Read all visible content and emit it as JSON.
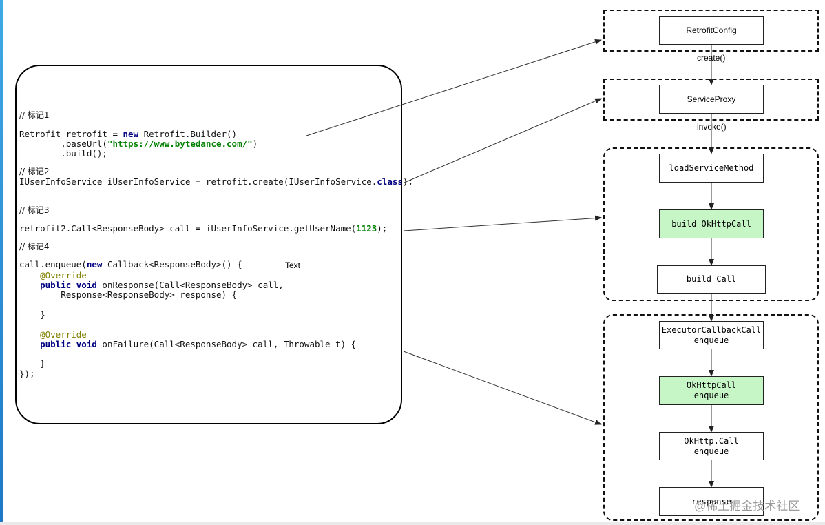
{
  "code": {
    "comment1": "// 标记1",
    "line_retrofit_a": "Retrofit retrofit = ",
    "kw_new": "new",
    "line_retrofit_b": " Retrofit.Builder()",
    "baseurl_a": "        .baseUrl(",
    "baseurl_str": "\"https://www.bytedance.com/\"",
    "baseurl_b": ")",
    "build": "        .build();",
    "comment2": "// 标记2",
    "create_a": "IUserInfoService iUserInfoService = retrofit.create(IUserInfoService.",
    "kw_class": "class",
    "create_b": ");",
    "comment3": "// 标记3",
    "call_a": "retrofit2.Call<ResponseBody> call = iUserInfoService.getUserName(",
    "call_num": "1123",
    "call_b": ");",
    "comment4": "// 标记4",
    "enqueue_a": "call.enqueue(",
    "kw_new2": "new",
    "enqueue_b": " Callback<ResponseBody>() {",
    "override1": "    @Override",
    "kw_public1": "    public void",
    "onresponse": " onResponse(Call<ResponseBody> call,",
    "response_param": "        Response<ResponseBody> response) {",
    "close1": "    }",
    "override2": "    @Override",
    "kw_public2": "    public void",
    "onfailure": " onFailure(Call<ResponseBody> call, Throwable t) {",
    "close2": "    }",
    "close_all": "});"
  },
  "text_label": "Text",
  "nodes": {
    "retrofit_config": "RetrofitConfig",
    "service_proxy": "ServiceProxy",
    "load_service_method": "loadServiceMethod",
    "build_okhttpcall": "build OkHttpCall",
    "build_call": "build Call",
    "executor_callback_call": "ExecutorCallbackCall",
    "executor_enqueue": "enqueue",
    "okhttpcall": "OkHttpCall",
    "okhttpcall_enqueue": "enqueue",
    "okhttp_call": "OkHttp.Call",
    "okhttp_enqueue": "enqueue",
    "response": "response"
  },
  "edge_labels": {
    "create": "create()",
    "invoke": "invoke()"
  },
  "colors": {
    "highlight": "#c6f5c6",
    "keyword": "#000080",
    "string": "#008000",
    "number": "#0000ff",
    "annotation": "#808000"
  },
  "watermark": "@稀土掘金技术社区"
}
